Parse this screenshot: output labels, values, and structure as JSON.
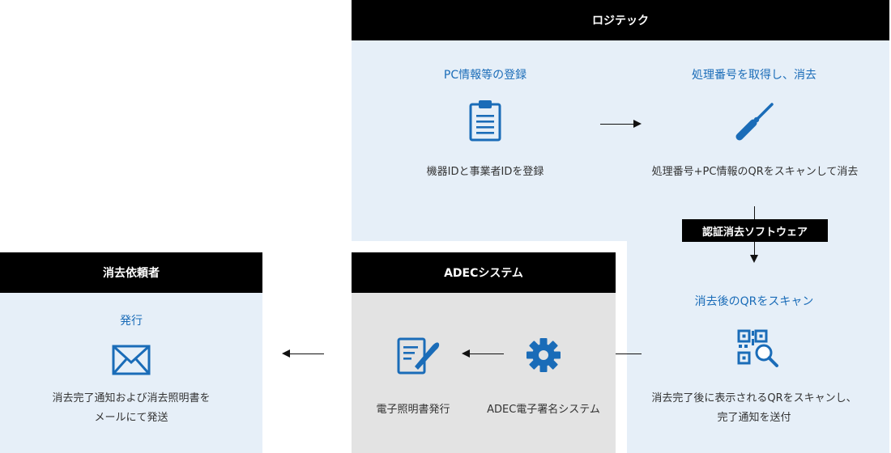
{
  "colors": {
    "panel_blue": "#e6eff8",
    "panel_gray": "#e3e3e3",
    "header_bg": "#000000",
    "accent": "#1a6cb8"
  },
  "logitech": {
    "header": "ロジテック",
    "step1": {
      "title": "PC情報等の登録",
      "icon": "clipboard-icon",
      "desc": "機器IDと事業者IDを登録"
    },
    "step2": {
      "title": "処理番号を取得し、消去",
      "icon": "screwdriver-icon",
      "desc": "処理番号+PC情報のQRをスキャンして消去"
    },
    "software_badge": "認証消去ソフトウェア",
    "step3": {
      "title": "消去後のQRをスキャン",
      "icon": "qr-scan-icon",
      "desc_line1": "消去完了後に表示されるQRをスキャンし、",
      "desc_line2": "完了通知を送付"
    }
  },
  "adec": {
    "header": "ADECシステム",
    "signature": {
      "icon": "gear-icon",
      "desc": "ADEC電子署名システム"
    },
    "certificate": {
      "icon": "document-edit-icon",
      "desc": "電子照明書発行"
    }
  },
  "requester": {
    "header": "消去依頼者",
    "step": {
      "title": "発行",
      "icon": "envelope-icon",
      "desc_line1": "消去完了通知および消去照明書を",
      "desc_line2": "メールにて発送"
    }
  }
}
